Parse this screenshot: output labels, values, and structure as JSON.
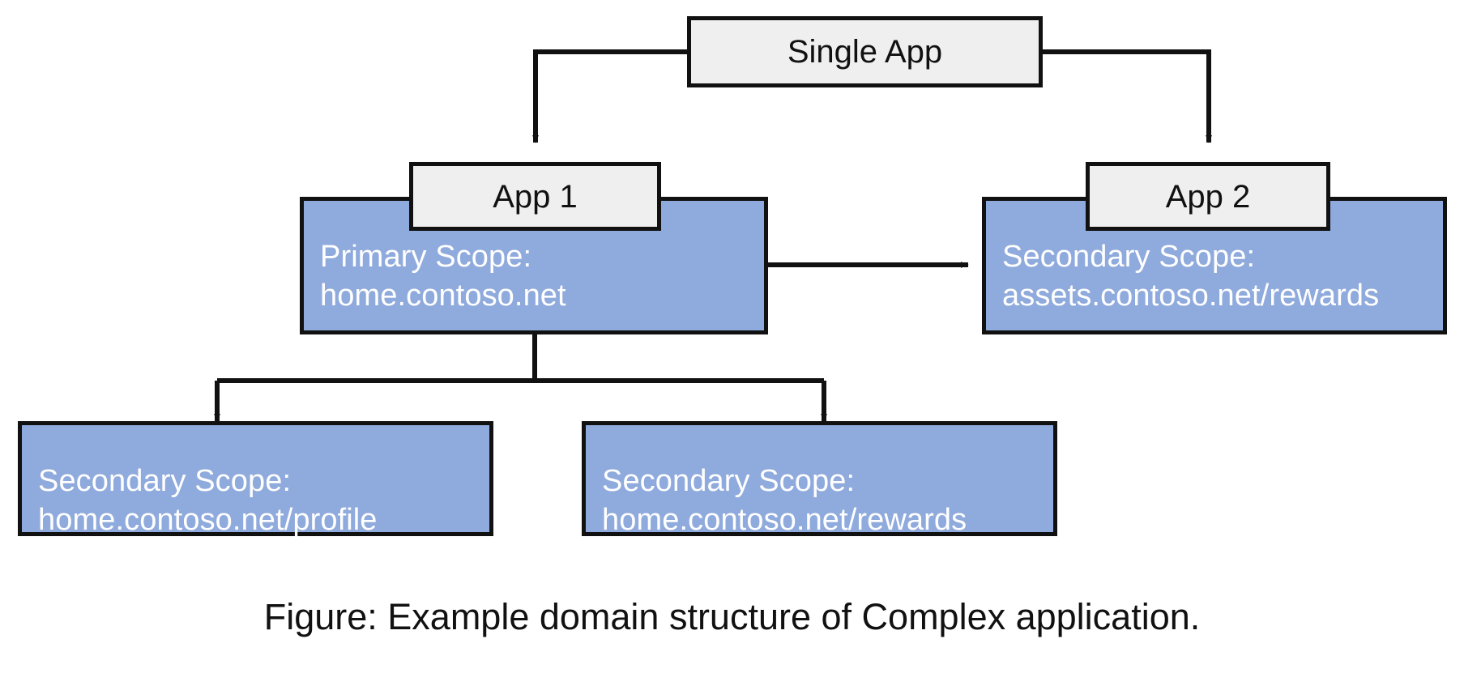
{
  "figure": {
    "caption": "Figure: Example domain structure of Complex application.",
    "colors": {
      "scope_fill": "#8FAADC",
      "app_fill": "#EFEFEF",
      "stroke": "#111111",
      "scope_text": "#FFFFFF",
      "app_text": "#111111",
      "background": "#FFFFFF"
    }
  },
  "nodes": {
    "single_app": {
      "label": "Single App"
    },
    "app1": {
      "label": "App 1"
    },
    "app2": {
      "label": "App 2"
    },
    "primary_scope": {
      "title": "Primary Scope:",
      "domain": "home.contoso.net"
    },
    "app2_scope": {
      "title": "Secondary Scope:",
      "domain": "assets.contoso.net/rewards"
    },
    "secondary_profile": {
      "title": "Secondary Scope:",
      "domain": "home.contoso.net/profile"
    },
    "secondary_rewards": {
      "title": "Secondary Scope:",
      "domain": "home.contoso.net/rewards"
    }
  },
  "edges": [
    {
      "name": "single-app-to-app1",
      "from": "single_app",
      "to": "app1"
    },
    {
      "name": "single-app-to-app2",
      "from": "single_app",
      "to": "app2"
    },
    {
      "name": "primary-scope-to-app2-scope",
      "from": "primary_scope",
      "to": "app2_scope"
    },
    {
      "name": "primary-scope-to-profile",
      "from": "primary_scope",
      "to": "secondary_profile"
    },
    {
      "name": "primary-scope-to-rewards",
      "from": "primary_scope",
      "to": "secondary_rewards"
    }
  ]
}
